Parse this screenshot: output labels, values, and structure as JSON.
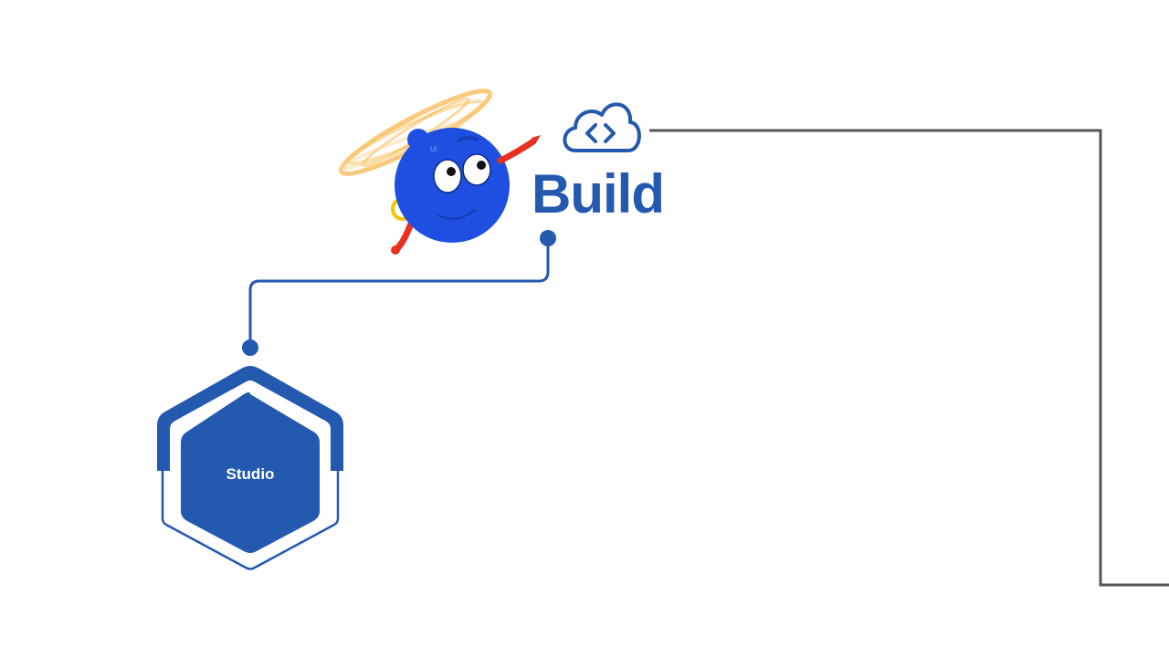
{
  "section": {
    "title": "Build",
    "icon": "cloud-code-icon"
  },
  "mascot": {
    "icon": "propeller-ball-mascot",
    "badge_text": "Ui"
  },
  "node": {
    "label": "Studio",
    "icon": "hexagon-node"
  },
  "colors": {
    "primary_blue": "#2459B0",
    "mascot_blue": "#1F4FE0",
    "frame_gray": "#555555",
    "mascot_arm_red": "#E8301F",
    "propeller_orange": "#F5A623",
    "background": "#FFFFFF"
  }
}
